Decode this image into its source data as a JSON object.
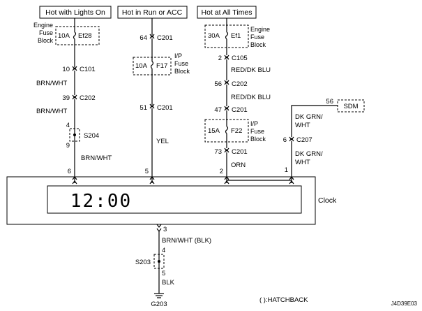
{
  "headers": {
    "lights": "Hot with Lights On",
    "run": "Hot in Run or ACC",
    "always": "Hot at All Times"
  },
  "col1": {
    "fuse_amp": "10A",
    "fuse_id": "Ef28",
    "fuse_block": [
      "Engine",
      "Fuse",
      "Block"
    ],
    "c101_pin": "10",
    "c101": "C101",
    "wire_a": "BRN/WHT",
    "c202_pin": "39",
    "c202": "C202",
    "wire_b": "BRN/WHT",
    "s204_in": "4",
    "s204": "S204",
    "s204_out": "9",
    "wire_c": "BRN/WHT",
    "clock_pin": "6"
  },
  "col2": {
    "c201_top_pin": "64",
    "c201_top": "C201",
    "fuse_amp": "10A",
    "fuse_id": "F17",
    "fuse_block": [
      "I/P",
      "Fuse",
      "Block"
    ],
    "c201_bot_pin": "51",
    "c201_bot": "C201",
    "wire": "YEL",
    "clock_pin": "5"
  },
  "col3": {
    "fuse_amp": "30A",
    "fuse_id": "Ef1",
    "fuse_block": [
      "Engine",
      "Fuse",
      "Block"
    ],
    "c105_pin": "2",
    "c105": "C105",
    "wire_a": "RED/DK BLU",
    "c202_pin": "56",
    "c202": "C202",
    "wire_b": "RED/DK BLU",
    "c201_top_pin": "47",
    "c201_top": "C201",
    "fuse2_amp": "15A",
    "fuse2_id": "F22",
    "fuse2_block": [
      "I/P",
      "Fuse",
      "Block"
    ],
    "c201_bot_pin": "73",
    "c201_bot": "C201",
    "wire_c": "ORN",
    "clock_pin": "2"
  },
  "col4": {
    "sdm_pin": "56",
    "sdm": "SDM",
    "wire_a": [
      "DK GRN/",
      "WHT"
    ],
    "c207_pin": "6",
    "c207": "C207",
    "wire_b": [
      "DK GRN/",
      "WHT"
    ],
    "clock_pin": "1"
  },
  "clock": {
    "label": "Clock",
    "display": "12:00",
    "ground_pin": "3"
  },
  "ground": {
    "wire_a": "BRN/WHT (BLK)",
    "s203_in": "4",
    "s203": "S203",
    "s203_out": "5",
    "wire_b": "BLK",
    "g203": "G203"
  },
  "footer": {
    "note": "(  ):HATCHBACK",
    "code": "J4D39E03"
  }
}
